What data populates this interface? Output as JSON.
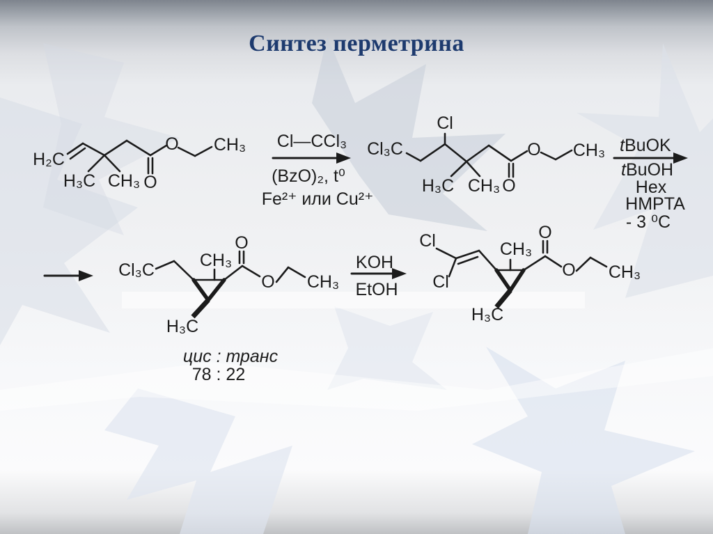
{
  "slide": {
    "title": "Синтез перметрина",
    "title_color": "#1d3a6e",
    "ink_color": "#1b1b1b"
  },
  "reaction": {
    "step1": {
      "above": "Cl—CCl₃",
      "below_line1": "(BzO)₂, t⁰",
      "below_line2": "Fe²⁺ или Cu²⁺"
    },
    "step2": {
      "above_italic": "t",
      "above": "BuOK",
      "below_italic": "t",
      "below_line1": "BuOH",
      "below_line2": "Hex",
      "below_line3": "HMPTA",
      "below_line4": "- 3 ⁰C"
    },
    "step3": {
      "above": "KOH",
      "below": "EtOH"
    },
    "ratio": {
      "label": "цис : транс",
      "value": "78 : 22"
    }
  },
  "molecules": {
    "m1": {
      "h2c": "H₂C",
      "h3c": "H₃C",
      "ch3_gem": "CH₃",
      "o_carbonyl": "O",
      "o_ester": "O",
      "ch3_ethyl": "CH₃"
    },
    "m2": {
      "cl3c": "Cl₃C",
      "cl": "Cl",
      "h3c": "H₃C",
      "ch3_gem": "CH₃",
      "o_carbonyl": "O",
      "o_ester": "O",
      "ch3_ethyl": "CH₃"
    },
    "m3": {
      "cl3c": "Cl₃C",
      "ch3_ring": "CH₃",
      "h3c": "H₃C",
      "o_carbonyl": "O",
      "o_ester": "O",
      "ch3_ethyl": "CH₃"
    },
    "m4": {
      "cl_a": "Cl",
      "cl_b": "Cl",
      "ch3_ring": "CH₃",
      "h3c": "H₃C",
      "o_carbonyl": "O",
      "o_ester": "O",
      "ch3_ethyl": "CH₃"
    }
  }
}
